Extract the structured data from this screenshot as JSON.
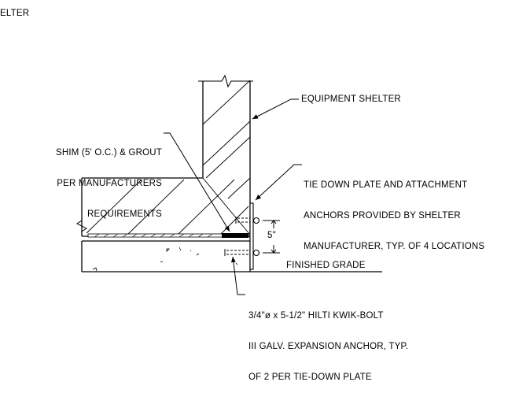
{
  "title_fragment": "ELTER",
  "labels": {
    "equipment_shelter": "EQUIPMENT SHELTER",
    "shim": [
      "SHIM (5' O.C.) & GROUT",
      "PER MANUFACTURERS",
      "REQUIREMENTS"
    ],
    "tie_down": [
      "TIE DOWN PLATE AND ATTACHMENT",
      "ANCHORS PROVIDED BY SHELTER",
      "MANUFACTURER, TYP. OF 4 LOCATIONS"
    ],
    "dimension": "5\"",
    "finished_grade": "FINISHED GRADE",
    "anchor": [
      "3/4\"ø x 5-1/2\" HILTI KWIK-BOLT",
      "III GALV. EXPANSION ANCHOR, TYP.",
      "OF 2 PER TIE-DOWN PLATE"
    ]
  }
}
